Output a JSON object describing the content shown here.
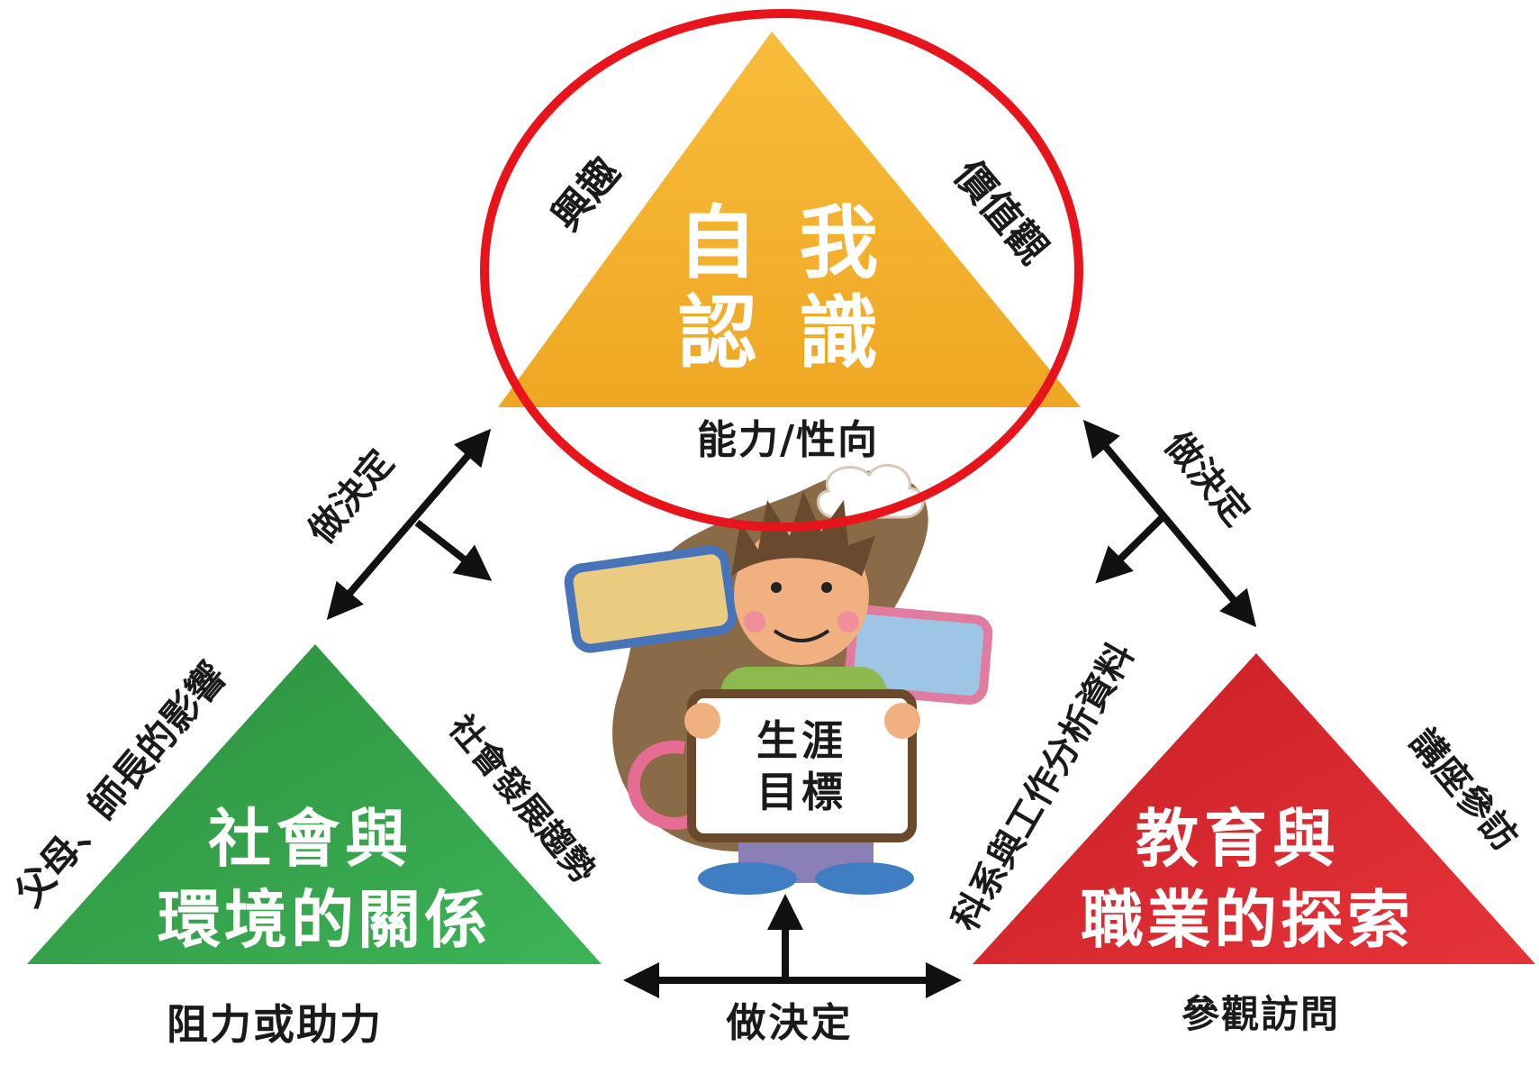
{
  "top": {
    "title_line1": "自 我",
    "title_line2": "認 識",
    "left_side": "興趣",
    "right_side": "價值觀",
    "bottom": "能力/性向",
    "color": "#F4B02A"
  },
  "bottom_left": {
    "title_line1": "社會與",
    "title_line2": "環境的關係",
    "left_side": "父母、師長的影響",
    "right_side": "社會發展趨勢",
    "bottom": "阻力或助力",
    "color": "#2E9E45"
  },
  "bottom_right": {
    "title_line1": "教育與",
    "title_line2": "職業的探索",
    "left_side": "科系與工作分析資料",
    "right_side": "講座參訪",
    "bottom": "參觀訪問",
    "color": "#D9262B"
  },
  "decisions": {
    "left": "做決定",
    "right": "做決定",
    "bottom": "做決定"
  },
  "center": {
    "sign_line1": "生涯",
    "sign_line2": "目標"
  },
  "highlight_color": "#E8141B"
}
